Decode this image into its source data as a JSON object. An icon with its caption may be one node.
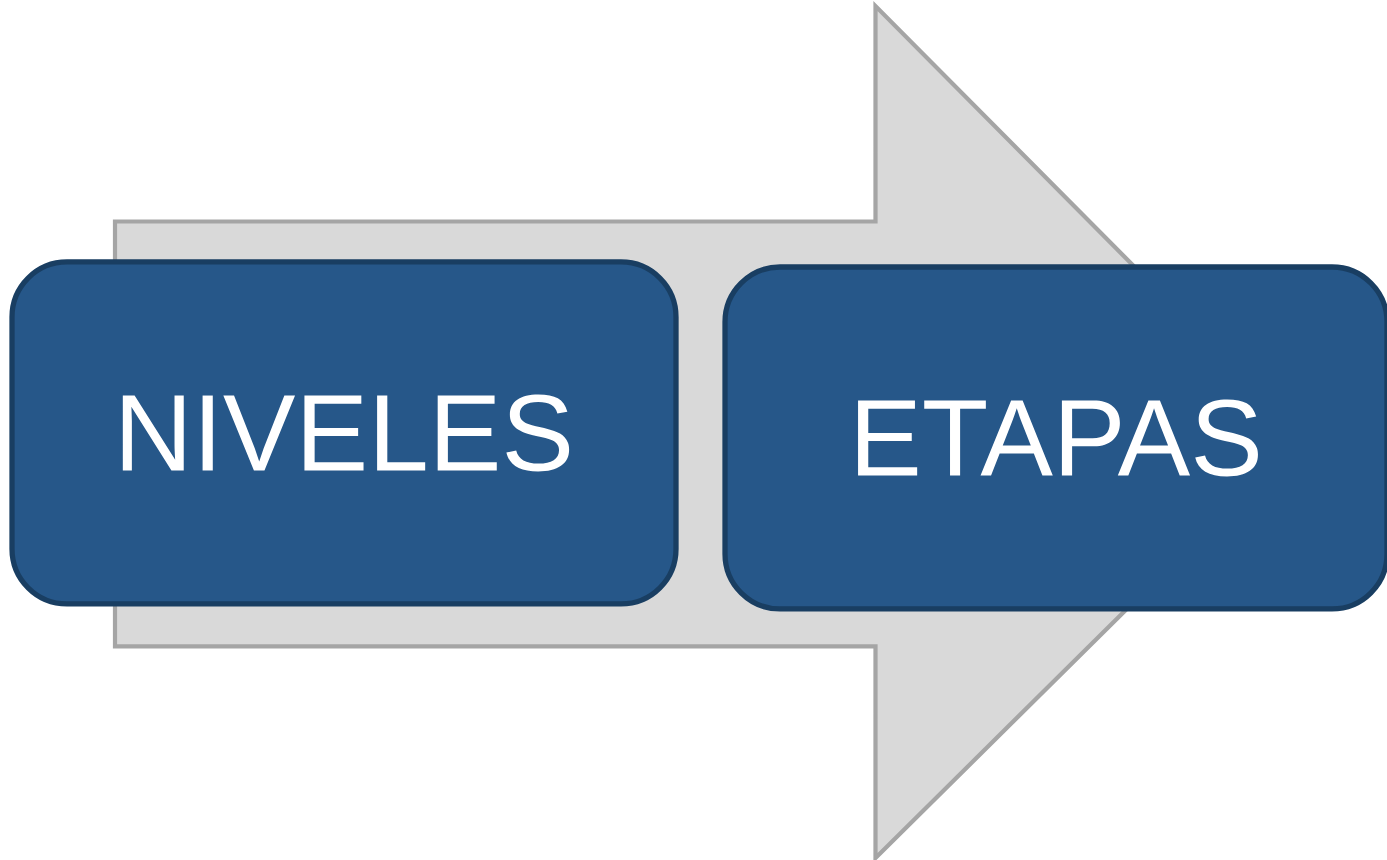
{
  "diagram": {
    "nodes": [
      {
        "text": [
          "NIVELES"
        ]
      },
      {
        "text": [
          "ETAPAS"
        ]
      }
    ],
    "edges": [
      {
        "from": 0,
        "to": 1,
        "arrow": "to"
      }
    ]
  }
}
